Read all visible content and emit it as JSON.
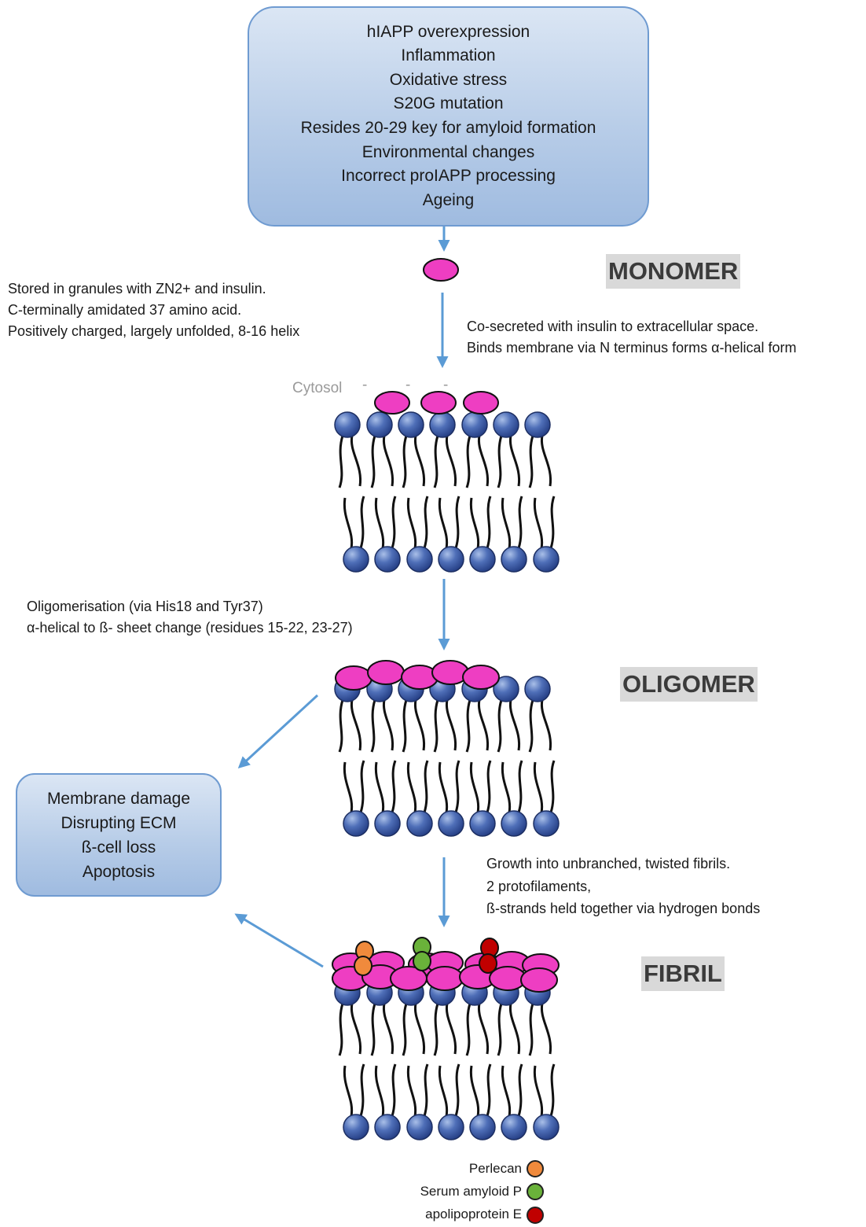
{
  "causes": [
    "hIAPP overexpression",
    "Inflammation",
    "Oxidative stress",
    "S20G mutation",
    "Resides 20-29 key for amyloid formation",
    "Environmental changes",
    "Incorrect proIAPP processing",
    "Ageing"
  ],
  "stages": {
    "monomer": "MONOMER",
    "oligomer": "OLIGOMER",
    "fibril": "FIBRIL"
  },
  "notes": {
    "monomer_properties": [
      "Stored in granules with ZN2+ and insulin.",
      "C-terminally amidated 37 amino acid.",
      "Positively charged, largely unfolded, 8-16 helix"
    ],
    "secretion": [
      "Co-secreted with insulin to extracellular space.",
      "Binds membrane via N terminus forms α-helical form"
    ],
    "oligomerisation": [
      "Oligomerisation (via His18 and Tyr37)",
      "α-helical to ß- sheet change (residues 15-22, 23-27)"
    ],
    "fibril_growth": [
      "Growth into unbranched, twisted fibrils.",
      "2 protofilaments,",
      "ß-strands held together via hydrogen bonds"
    ],
    "cytosol": "Cytosol",
    "charge_signs": [
      "-",
      "-",
      "-"
    ]
  },
  "outcomes": [
    "Membrane damage",
    "Disrupting ECM",
    "ß-cell loss",
    "Apoptosis"
  ],
  "legend": [
    {
      "label": "Perlecan",
      "color": "#f08a3c"
    },
    {
      "label": "Serum amyloid P",
      "color": "#6ab23a"
    },
    {
      "label": "apolipoprotein E",
      "color": "#c00000"
    }
  ],
  "colors": {
    "box_border": "#6f9bd1",
    "arrow": "#5b9bd5",
    "peptide": "#ee3ec2",
    "lipid_head": "#3f5ea6",
    "tail": "#111111"
  }
}
